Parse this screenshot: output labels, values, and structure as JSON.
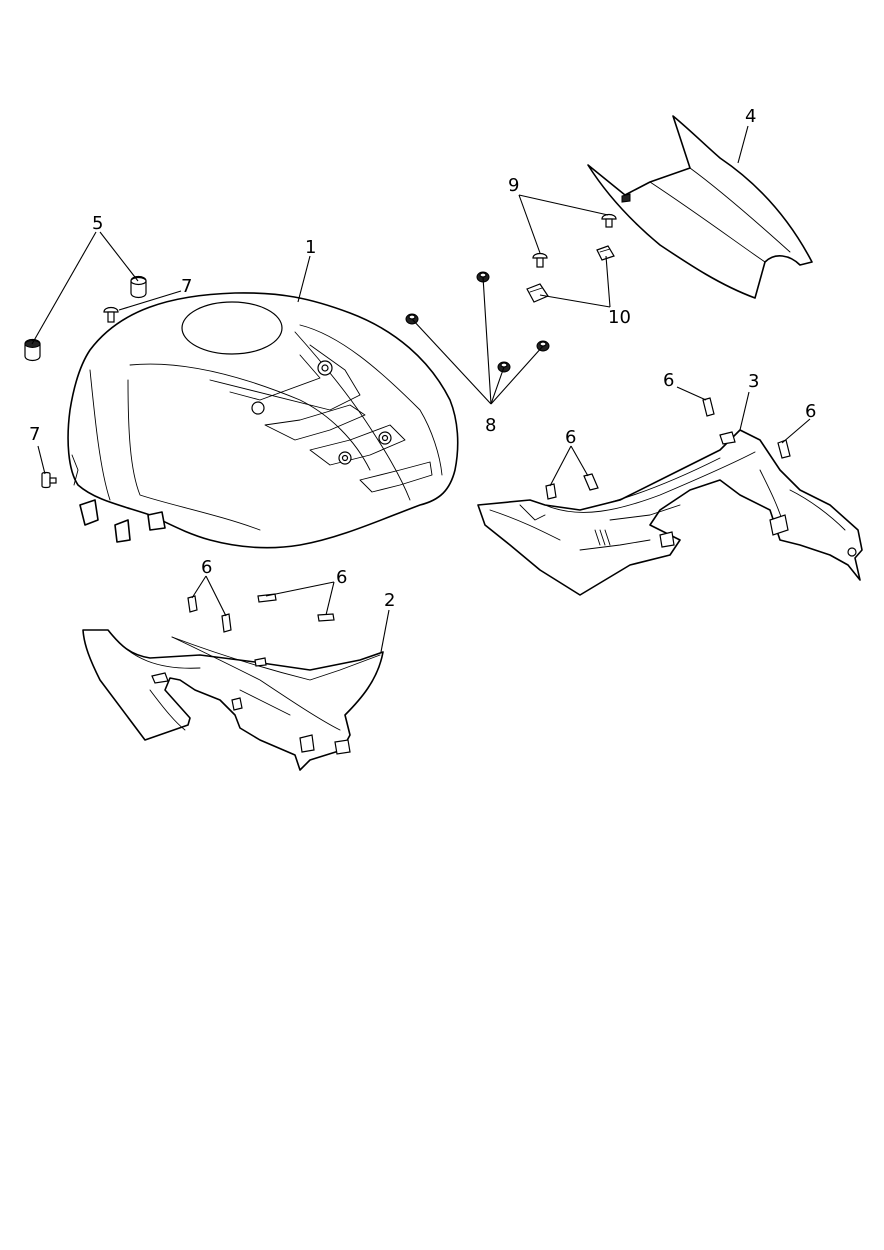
{
  "callouts": {
    "c1": "1",
    "c2": "2",
    "c3": "3",
    "c4": "4",
    "c5": "5",
    "c6a": "6",
    "c6b": "6",
    "c6c": "6",
    "c6d": "6",
    "c7a": "7",
    "c7b": "7",
    "c8": "8",
    "c9": "9",
    "c10": "10"
  }
}
